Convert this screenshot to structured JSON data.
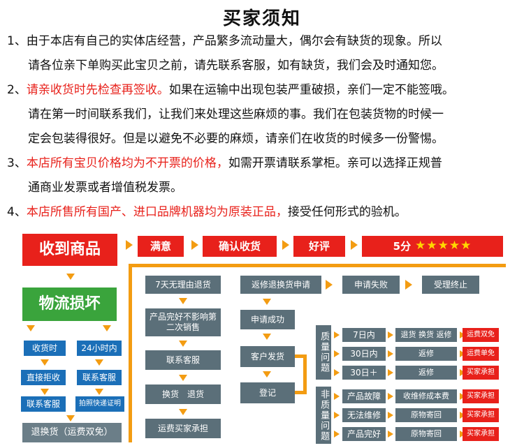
{
  "title": "买家须知",
  "notes": [
    {
      "num": "1、",
      "red": "",
      "text": "由于本店有自己的实体店经营，产品繁多流动量大，偶尔会有缺货的现象。所以",
      "cont": [
        "请各位亲下单购买此宝贝之前，请先联系客服，如有缺货，我们会及时通知您。"
      ]
    },
    {
      "num": "2、",
      "red": "请亲收货时先检查再签收。",
      "text": "如果在运输中出现包装严重破损，亲们一定不能签哦。",
      "cont": [
        "请在第一时间联系我们，让我们来处理这些麻烦的事。我们在包装货物的时候一",
        "定会包装得很好。但是以避免不必要的麻烦，请亲们在收货的时候多一份警惕。"
      ]
    },
    {
      "num": "3、",
      "red": "本店所有宝贝价格均为不开票的价格，",
      "text": "如需开票请联系掌柜。亲可以选择正规普",
      "cont": [
        "通商业发票或者增值税发票。"
      ]
    },
    {
      "num": "4、",
      "red": "本店所售所有国产、进口品牌机器均为原装正品，",
      "text": "接受任何形式的验机。",
      "cont": []
    }
  ],
  "flow": {
    "top": [
      "收到商品",
      "满意",
      "确认收货",
      "好评",
      "5分"
    ],
    "stars": "★★★★★",
    "logistics": "物流损坏",
    "left_col1": [
      "收货时",
      "直接拒收",
      "联系客服"
    ],
    "left_col2": [
      "24小时内",
      "联系客服",
      "拍照快递证明"
    ],
    "left_bottom": "退换货（运费双免）",
    "mid_col": [
      "7天无理由退货",
      "产品完好不影响第二次销售",
      "联系客服",
      "换货　退货",
      "运费买家承担"
    ],
    "proc_row": [
      "返修退换货申请",
      "申请失败",
      "受理终止"
    ],
    "proc_col": [
      "申请成功",
      "客户发货",
      "登记"
    ],
    "quality_label": "质量问题",
    "nonquality_label": "非质量问题",
    "quality_rows": [
      [
        "7日内",
        "退货 换货 返修",
        "运费双免"
      ],
      [
        "30日内",
        "返修",
        "运费单免"
      ],
      [
        "30日＋",
        "返修",
        "买家承担"
      ]
    ],
    "nonquality_rows": [
      [
        "产品故障",
        "收维修成本费",
        "买家承担"
      ],
      [
        "无法维修",
        "原物寄回",
        "买家承担"
      ],
      [
        "产品完好",
        "原物寄回",
        "买家承担"
      ]
    ]
  }
}
